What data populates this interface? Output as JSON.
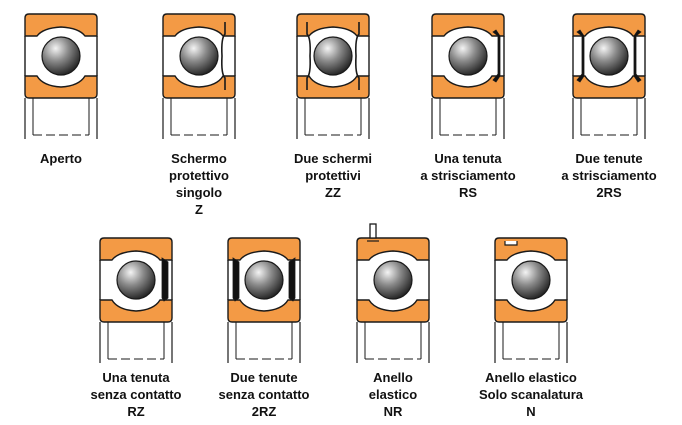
{
  "colors": {
    "ring": "#F39A45",
    "outline": "#1a1a1a",
    "ball_light": "#f4f4f4",
    "ball_mid": "#8a8a8a",
    "ball_dark": "#1e1e1e",
    "seal": "#111111"
  },
  "bearings": [
    {
      "id": "aperto",
      "type": "open",
      "caption": [
        "Aperto"
      ]
    },
    {
      "id": "schermo-singolo",
      "type": "shield-single",
      "caption": [
        "Schermo",
        "protettivo",
        "singolo",
        "Z"
      ]
    },
    {
      "id": "due-schermi",
      "type": "shield-double",
      "caption": [
        "Due schermi",
        "protettivi",
        "ZZ"
      ]
    },
    {
      "id": "una-tenuta-strisciamento",
      "type": "contact-seal-single",
      "caption": [
        "Una tenuta",
        "a strisciamento",
        "RS"
      ]
    },
    {
      "id": "due-tenute-strisciamento",
      "type": "contact-seal-double",
      "caption": [
        "Due tenute",
        "a strisciamento",
        "2RS"
      ]
    },
    {
      "id": "una-tenuta-senza-contatto",
      "type": "noncontact-seal-single",
      "caption": [
        "Una tenuta",
        "senza contatto",
        "RZ"
      ]
    },
    {
      "id": "due-tenute-senza-contatto",
      "type": "noncontact-seal-double",
      "caption": [
        "Due tenute",
        "senza contatto",
        "2RZ"
      ]
    },
    {
      "id": "anello-elastico",
      "type": "snap-ring",
      "caption": [
        "Anello",
        "elastico",
        "NR"
      ]
    },
    {
      "id": "anello-elastico-scanalatura",
      "type": "snap-groove",
      "caption": [
        "Anello elastico",
        "Solo scanalatura",
        "N"
      ]
    }
  ]
}
